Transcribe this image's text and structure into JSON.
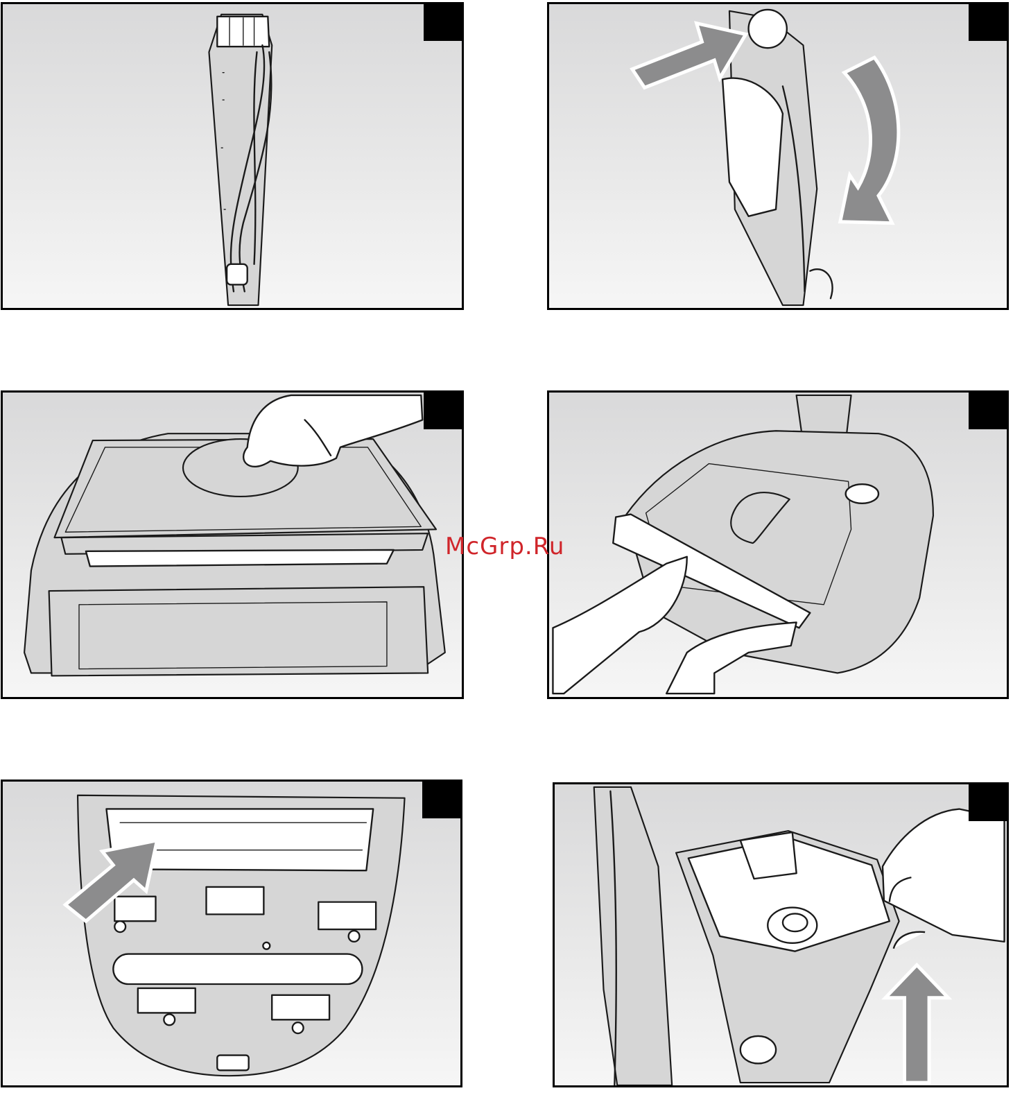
{
  "watermark": {
    "text": "McGrp.Ru",
    "color": "#d0252a"
  },
  "colors": {
    "panel_border": "#000000",
    "arrow_fill": "#8c8c8d",
    "background": "#ffffff"
  },
  "panels": [
    {
      "id": 1,
      "depicts": "vacuum-handle-with-cord"
    },
    {
      "id": 2,
      "depicts": "handle-release-rotate"
    },
    {
      "id": 3,
      "depicts": "press-head-plate"
    },
    {
      "id": 4,
      "depicts": "remove-front-cover"
    },
    {
      "id": 5,
      "depicts": "brush-roll-underside"
    },
    {
      "id": 6,
      "depicts": "lift-dust-container"
    }
  ]
}
